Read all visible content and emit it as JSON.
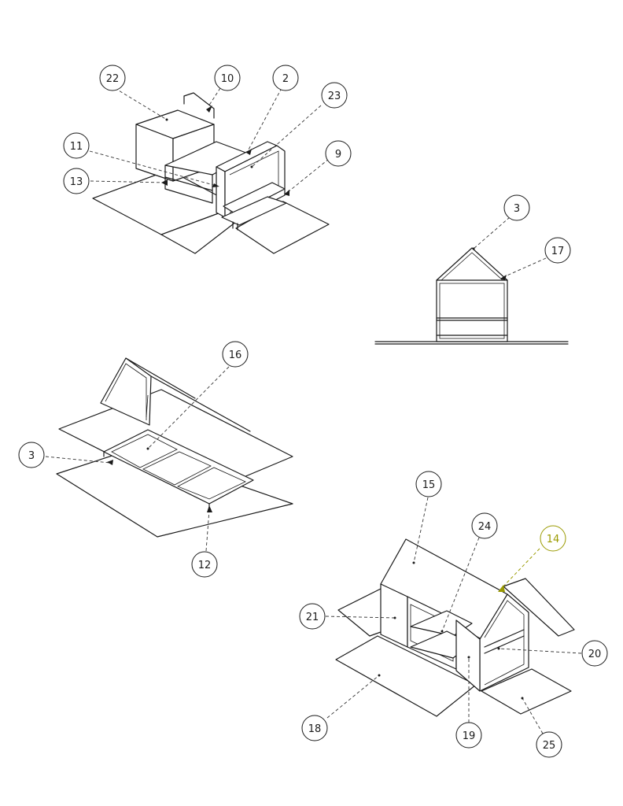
{
  "colors": {
    "line": "#1a1a1a",
    "highlight": "#9a9a00"
  },
  "views": {
    "top_left": {
      "balloons": [
        {
          "id": "b22",
          "label": "22"
        },
        {
          "id": "b10",
          "label": "10"
        },
        {
          "id": "b2",
          "label": "2"
        },
        {
          "id": "b23",
          "label": "23"
        },
        {
          "id": "b11",
          "label": "11"
        },
        {
          "id": "b9",
          "label": "9"
        },
        {
          "id": "b13",
          "label": "13"
        }
      ]
    },
    "top_right": {
      "balloons": [
        {
          "id": "b3a",
          "label": "3"
        },
        {
          "id": "b17",
          "label": "17"
        }
      ]
    },
    "middle_left": {
      "balloons": [
        {
          "id": "b16",
          "label": "16"
        },
        {
          "id": "b3b",
          "label": "3"
        },
        {
          "id": "b12",
          "label": "12"
        }
      ]
    },
    "bottom_right": {
      "balloons": [
        {
          "id": "b15",
          "label": "15"
        },
        {
          "id": "b24",
          "label": "24"
        },
        {
          "id": "b14",
          "label": "14",
          "highlight": true
        },
        {
          "id": "b21",
          "label": "21"
        },
        {
          "id": "b20",
          "label": "20"
        },
        {
          "id": "b18",
          "label": "18"
        },
        {
          "id": "b19",
          "label": "19"
        },
        {
          "id": "b25",
          "label": "25"
        }
      ]
    }
  }
}
